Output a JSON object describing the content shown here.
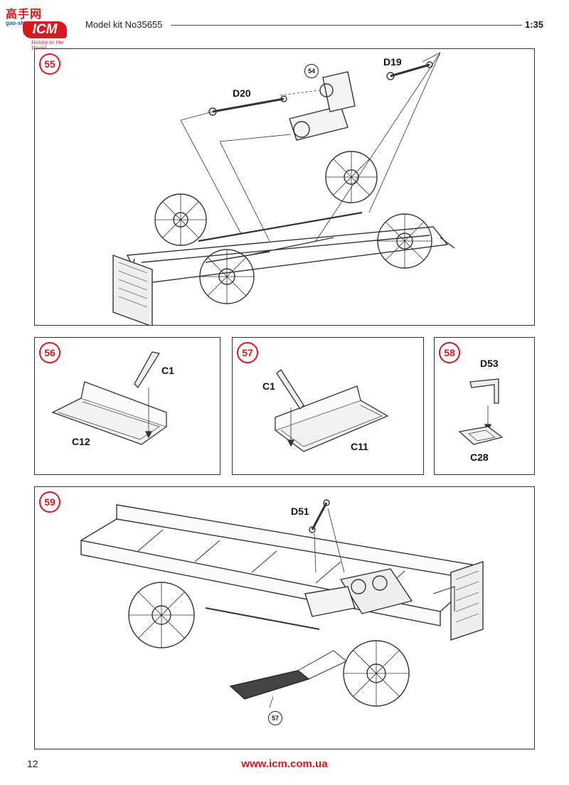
{
  "header": {
    "logo_cn": "高手网",
    "logo_site": "gao-shou.com",
    "logo_brand": "ICM",
    "logo_tagline": "Hobby in the World",
    "kit_title": "Model kit No35655",
    "scale": "1:35"
  },
  "steps": {
    "s55": {
      "number": "55",
      "ref": "54",
      "parts": [
        "D20",
        "D19"
      ]
    },
    "s56": {
      "number": "56",
      "parts": [
        "C1",
        "C12"
      ]
    },
    "s57": {
      "number": "57",
      "parts": [
        "C1",
        "C11"
      ]
    },
    "s58": {
      "number": "58",
      "parts": [
        "D53",
        "C28"
      ]
    },
    "s59": {
      "number": "59",
      "ref": "57",
      "parts": [
        "D51"
      ]
    }
  },
  "footer": {
    "page_number": "12",
    "website": "www.icm.com.ua"
  },
  "colors": {
    "accent": "#d71920",
    "line": "#333333"
  }
}
